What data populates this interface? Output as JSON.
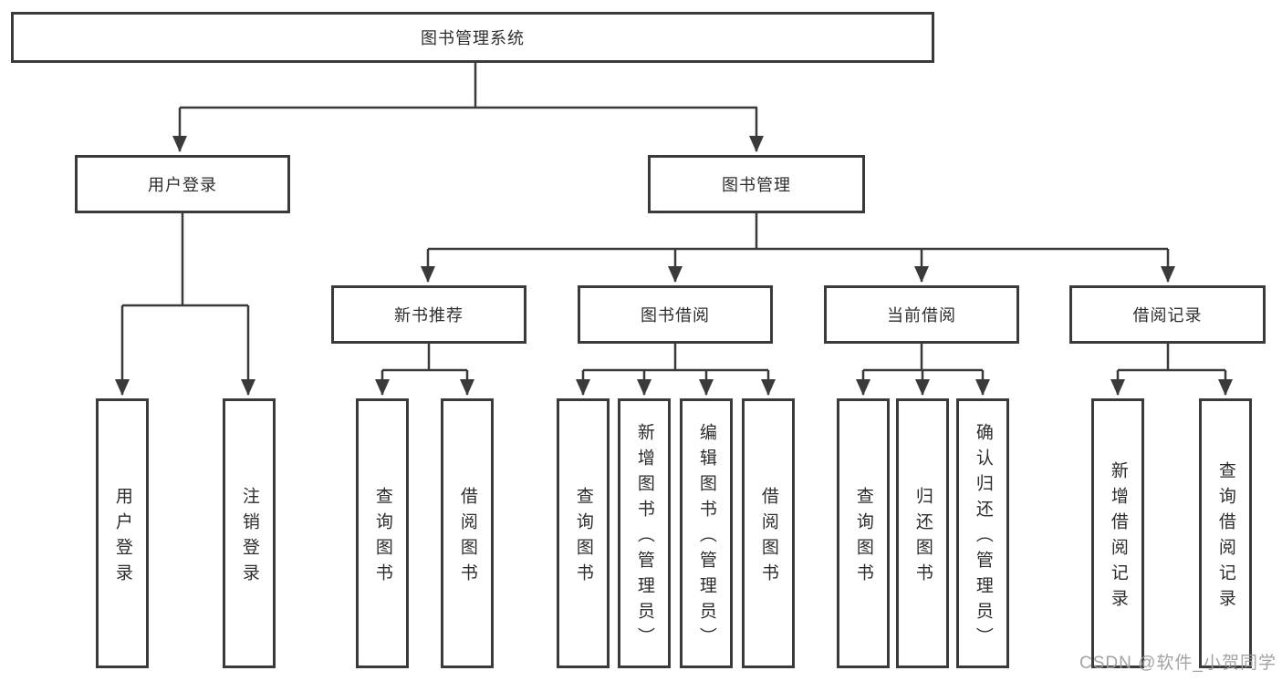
{
  "diagram": {
    "root": {
      "label": "图书管理系统"
    },
    "branches": [
      {
        "label": "用户登录",
        "children": [
          {
            "label": "用户登录"
          },
          {
            "label": "注销登录"
          }
        ]
      },
      {
        "label": "图书管理",
        "children": [
          {
            "label": "新书推荐",
            "children": [
              {
                "label": "查询图书"
              },
              {
                "label": "借阅图书"
              }
            ]
          },
          {
            "label": "图书借阅",
            "children": [
              {
                "label": "查询图书"
              },
              {
                "label": "新增图书（管理员）"
              },
              {
                "label": "编辑图书（管理员）"
              },
              {
                "label": "借阅图书"
              }
            ]
          },
          {
            "label": "当前借阅",
            "children": [
              {
                "label": "查询图书"
              },
              {
                "label": "归还图书"
              },
              {
                "label": "确认归还（管理员）"
              }
            ]
          },
          {
            "label": "借阅记录",
            "children": [
              {
                "label": "新增借阅记录"
              },
              {
                "label": "查询借阅记录"
              }
            ]
          }
        ]
      }
    ],
    "line_color": "#3a3a3a",
    "box_background": "#ffffff",
    "text_color": "#2d2d2d",
    "watermark": "CSDN @软件_小贺同学",
    "watermark_color": "#9b9b9b"
  }
}
